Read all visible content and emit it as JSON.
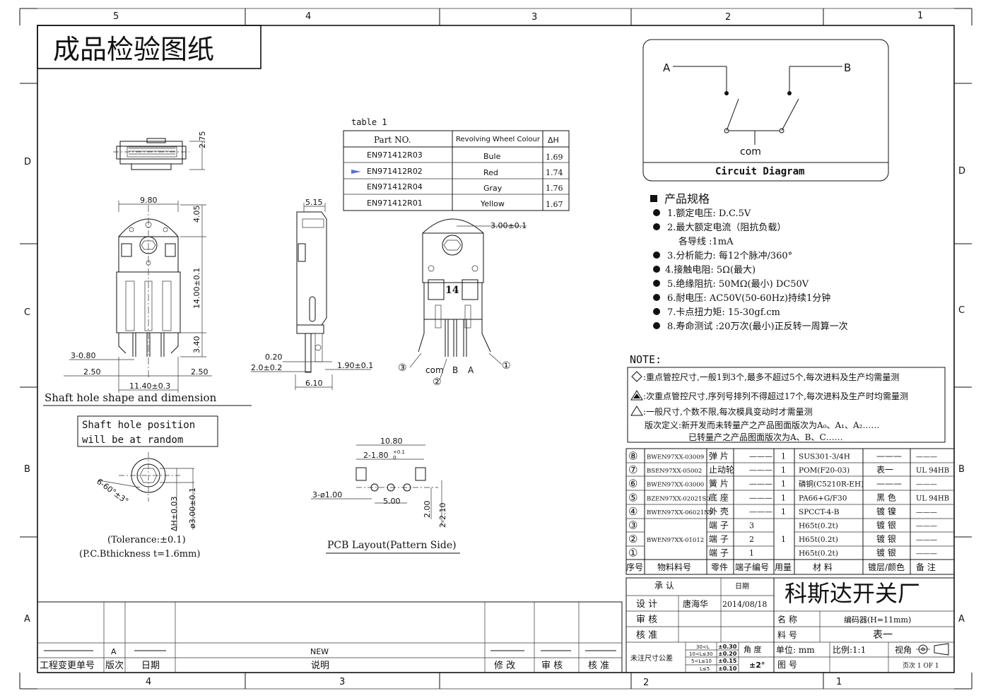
{
  "frame": {
    "top_zones": [
      "5",
      "4",
      "3",
      "2",
      "1"
    ],
    "bottom_zones": [
      "4",
      "3",
      "2",
      "1"
    ],
    "left_zones": [
      "D",
      "C",
      "B",
      "A"
    ],
    "right_zones": [
      "D",
      "C",
      "B",
      "A"
    ]
  },
  "title_box": "成品检验图纸",
  "table1": {
    "caption": "table 1",
    "headers": [
      "Part NO.",
      "Revolving Wheel Colour",
      "ΔH"
    ],
    "rows": [
      {
        "part": "EN971412R03",
        "colour": "Bule",
        "dh": "1.69"
      },
      {
        "part": "EN971412R02",
        "colour": "Red",
        "dh": "1.74"
      },
      {
        "part": "EN971412R04",
        "colour": "Gray",
        "dh": "1.76"
      },
      {
        "part": "EN971412R01",
        "colour": "Yellow",
        "dh": "1.67"
      }
    ]
  },
  "circuit": {
    "label_a": "A",
    "label_b": "B",
    "label_com": "com",
    "title": "Circuit Diagram"
  },
  "dims": {
    "top_275": "2.75",
    "w_980": "9.80",
    "h_405": "4.05",
    "h_1400": "14.00±0.1",
    "h_340": "3.40",
    "d_380": "3-0.80",
    "d_250l": "2.50",
    "d_250r": "2.50",
    "d_1140": "11.40±0.3",
    "side_515": "5.15",
    "side_020": "0.20",
    "side_20": "2.0±0.2",
    "side_190": "1.90±0.1",
    "side_610": "6.10",
    "iso_300": "3.00±0.1",
    "iso_14": "14",
    "iso_com": "com",
    "iso_b": "B",
    "iso_a": "A",
    "call_1": "①",
    "call_2": "②",
    "call_3": "③",
    "pcb_1080": "10.80",
    "pcb_2180": "2-1.80",
    "pcb_tol1": "+0.1",
    "pcb_tol2": "0",
    "pcb_3100": "3-ø1.00",
    "pcb_500": "5.00",
    "pcb_200": "2.00",
    "pcb_2210": "2-2.10",
    "shaft_660": "6-60°±3°",
    "shaft_dh": "ΔH±0.03",
    "shaft_d300": "ø3.00±0.1"
  },
  "labels": {
    "shaft_title": "Shaft hole shape and dimension",
    "shaft_note_1": "Shaft hole position",
    "shaft_note_2": "will be at random",
    "tolerance": "(Tolerance:±0.1)",
    "pcb_thick": "(P.C.Bthickness  t=1.6mm)",
    "pcb_layout": "PCB Layout(Pattern Side)"
  },
  "specs": {
    "heading": "产品规格",
    "items": [
      "1.额定电压: D.C.5V",
      "2.最大额定电流（阻抗负载）",
      "各导线 :1mA",
      "3.分析能力: 每12个脉冲/360°",
      "4.接触电阻: 5Ω(最大)",
      "5.绝缘阻抗: 50MΩ(最小) DC50V",
      "6.耐电压: AC50V(50-60Hz)持续1分钟",
      "7.卡点扭力矩: 15-30gf.cm",
      "8.寿命测试 :20万次(最小)正反转一周算一次"
    ]
  },
  "note": {
    "heading": "NOTE:",
    "line1": ":重点管控尺寸,一般1到3个,最多不超过5个,每次进料及生产均需量测",
    "line2": ":次重点管控尺寸,序列号排列不得超过17个,每次进料及生产时均需量测",
    "line3": ":一般尺寸,个数不限,每次模具变动时才需量测",
    "line4": "版次定义:新开发而未转量产之产品图面版次为A₀、A₁、A₂……",
    "line5": "已转量产之产品图面版次为A、B、C……"
  },
  "bom": {
    "rows": [
      {
        "no": "⑧",
        "code": "BWEN97XX-03009",
        "name": "弹 片",
        "term": "———",
        "qty": "1",
        "mat": "SUS301-3/4H",
        "finish": "———",
        "remark": "———"
      },
      {
        "no": "⑦",
        "code": "BSEN97XX-05002",
        "name": "止动轮",
        "term": "———",
        "qty": "1",
        "mat": "POM(F20-03)",
        "finish": "表一",
        "remark": "UL 94HB"
      },
      {
        "no": "⑥",
        "code": "BWEN97XX-03000",
        "name": "簧 片",
        "term": "———",
        "qty": "1",
        "mat": "磷铜(C5210R-EH)",
        "finish": "———",
        "remark": "———"
      },
      {
        "no": "⑤",
        "code": "BZEN97XX-02021S0",
        "name": "底 座",
        "term": "———",
        "qty": "1",
        "mat": "PA66+G/F30",
        "finish": "黑 色",
        "remark": "UL 94HB"
      },
      {
        "no": "④",
        "code": "BWEN97XX-06021N0",
        "name": "外 壳",
        "term": "———",
        "qty": "1",
        "mat": "SPCCT-4-B",
        "finish": "镀 镍",
        "remark": "———"
      },
      {
        "no": "③",
        "code": "",
        "name": "端 子",
        "term": "3",
        "qty": "",
        "mat": "H65t(0.2t)",
        "finish": "镀 银",
        "remark": "———"
      },
      {
        "no": "②",
        "code": "BWEN97XX-01012",
        "name": "端 子",
        "term": "2",
        "qty": "1",
        "mat": "H65t(0.2t)",
        "finish": "镀 银",
        "remark": "———"
      },
      {
        "no": "①",
        "code": "",
        "name": "端 子",
        "term": "1",
        "qty": "",
        "mat": "H65t(0.2t)",
        "finish": "镀 银",
        "remark": "———"
      }
    ],
    "headers": [
      "序号",
      "物料料号",
      "零件",
      "端子编号",
      "用量",
      "材  料",
      "镀层/颜色",
      "备  注"
    ]
  },
  "title_block": {
    "approve": "承   认",
    "date_h": "日期",
    "company": "科斯达开关厂",
    "design": "设  计",
    "designer": "唐海华",
    "design_date": "2014/08/18",
    "review": "审  核",
    "check": "核  准",
    "name_h": "名  称",
    "name_v": "编码器(H=11mm)",
    "part_h": "料  号",
    "part_v": "表一",
    "tol_h": "未注尺寸公差",
    "tol_rows": [
      {
        "r": "30<L",
        "v": "±0.30"
      },
      {
        "r": "10<L≤30",
        "v": "±0.20"
      },
      {
        "r": "5<L≤10",
        "v": "±0.15"
      },
      {
        "r": "L≤5",
        "v": "±0.10"
      }
    ],
    "angle_h": "角 度",
    "angle_v": "±2°",
    "unit": "单位: mm",
    "scale": "比例:1:1",
    "view": "视角",
    "drawno_h": "图  号",
    "page": "页次 1 OF 1"
  },
  "revision": {
    "rev": "A",
    "desc": "NEW",
    "h_change": "工程变更单号",
    "h_rev": "版次",
    "h_date": "日期",
    "h_desc": "说明",
    "h_mod": "修 改",
    "h_review": "审 核",
    "h_approve": "核 准"
  }
}
